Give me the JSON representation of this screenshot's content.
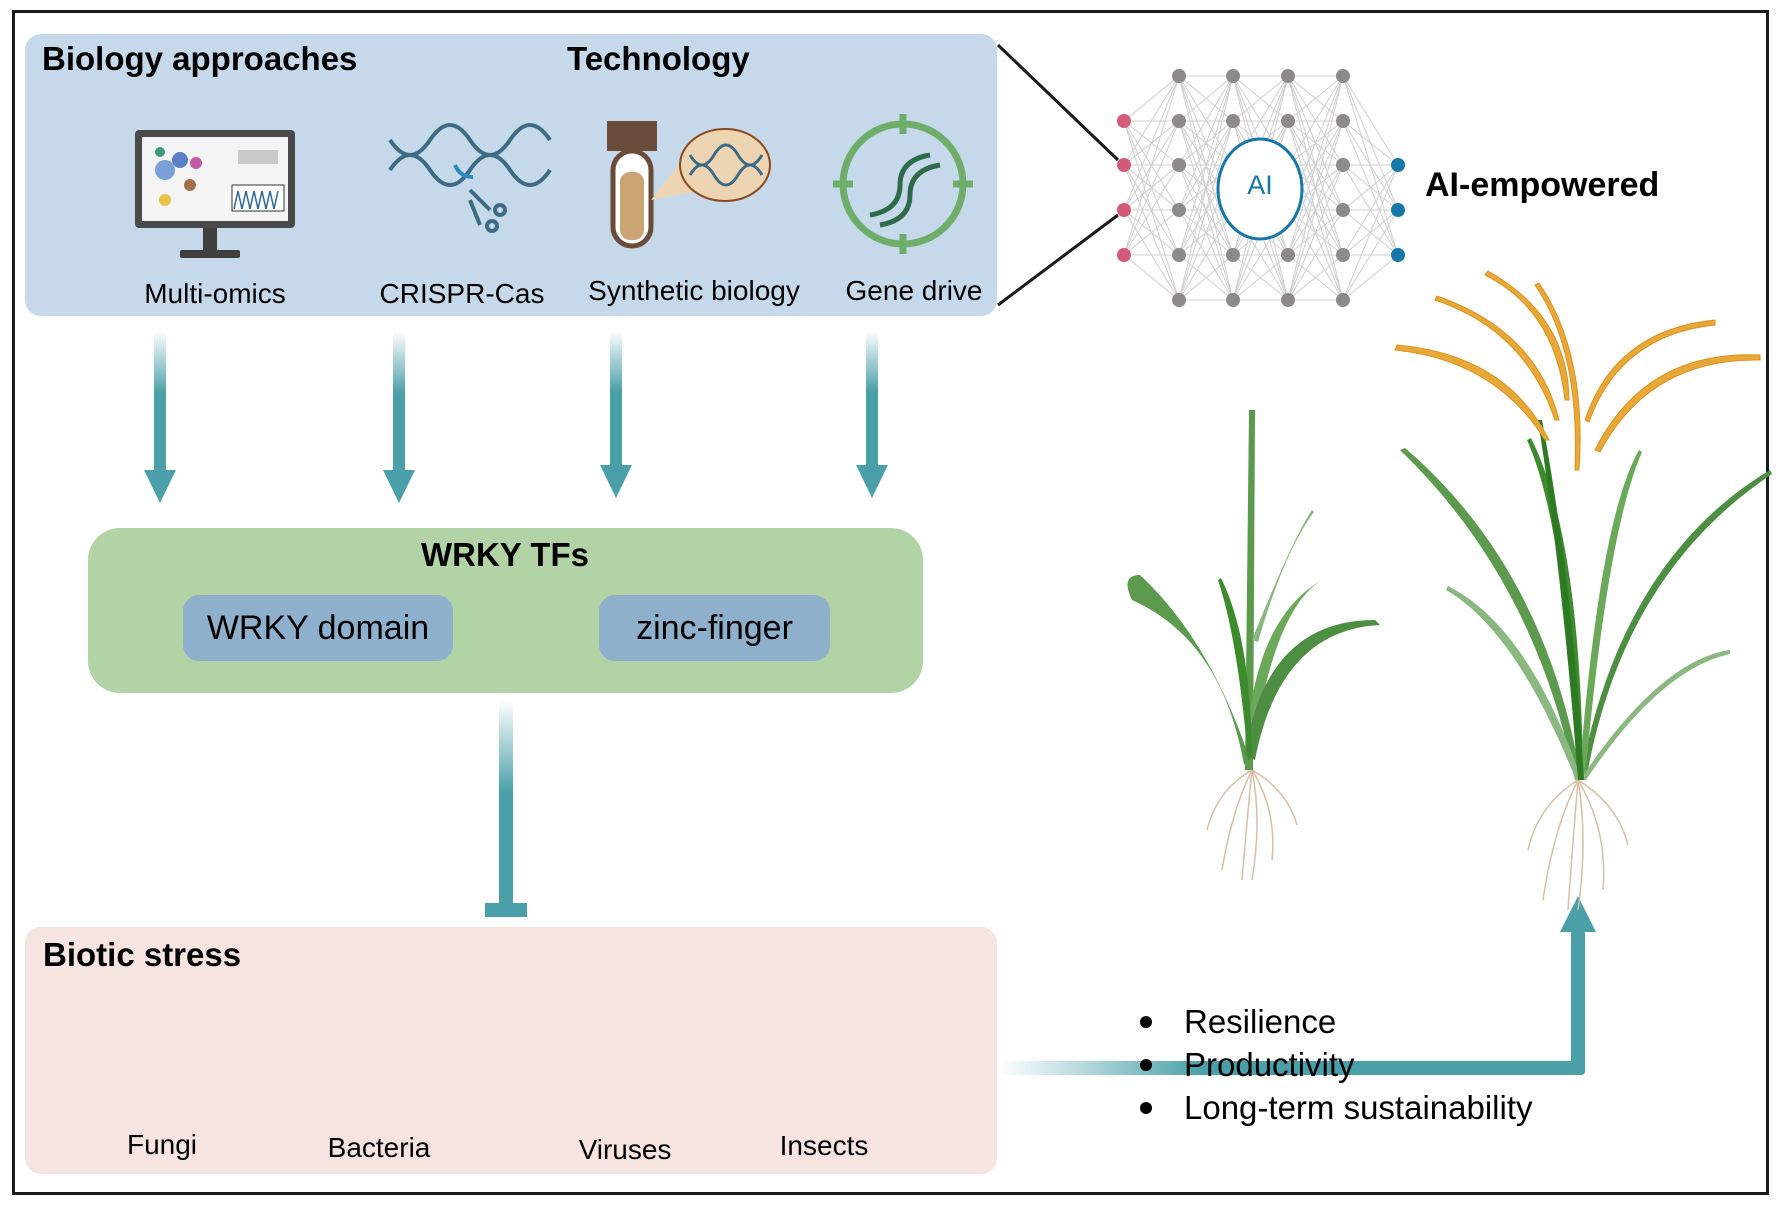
{
  "top_panel": {
    "title_left": "Biology approaches",
    "title_right": "Technology",
    "items": [
      {
        "label": "Multi-omics",
        "icon": "monitor-omics-icon"
      },
      {
        "label": "CRISPR-Cas",
        "icon": "dna-scissors-icon"
      },
      {
        "label": "Synthetic biology",
        "icon": "test-tube-dna-icon"
      },
      {
        "label": "Gene drive",
        "icon": "dna-target-icon"
      }
    ]
  },
  "ai": {
    "label": "AI-empowered",
    "node_label": "AI",
    "colors": {
      "input": "#d35a78",
      "hidden": "#8c8a8a",
      "output": "#1677a8"
    }
  },
  "wrky": {
    "title": "WRKY TFs",
    "domains": [
      "WRKY domain",
      "zinc-finger"
    ]
  },
  "biotic": {
    "title": "Biotic stress",
    "items": [
      {
        "label": "Fungi",
        "icon": "fungi-icon"
      },
      {
        "label": "Bacteria",
        "icon": "bacteria-icon"
      },
      {
        "label": "Viruses",
        "icon": "virus-icon"
      },
      {
        "label": "Insects",
        "icon": "aphid-icon"
      }
    ]
  },
  "outcomes": [
    "Resilience",
    "Productivity",
    "Long-term sustainability"
  ],
  "colors": {
    "arrow": "#4a9fa8",
    "blue_panel": "#c5d9ea",
    "green_panel": "#b1d3a6",
    "pink_panel": "#f6e4e0",
    "chip": "#8fb0cd"
  }
}
